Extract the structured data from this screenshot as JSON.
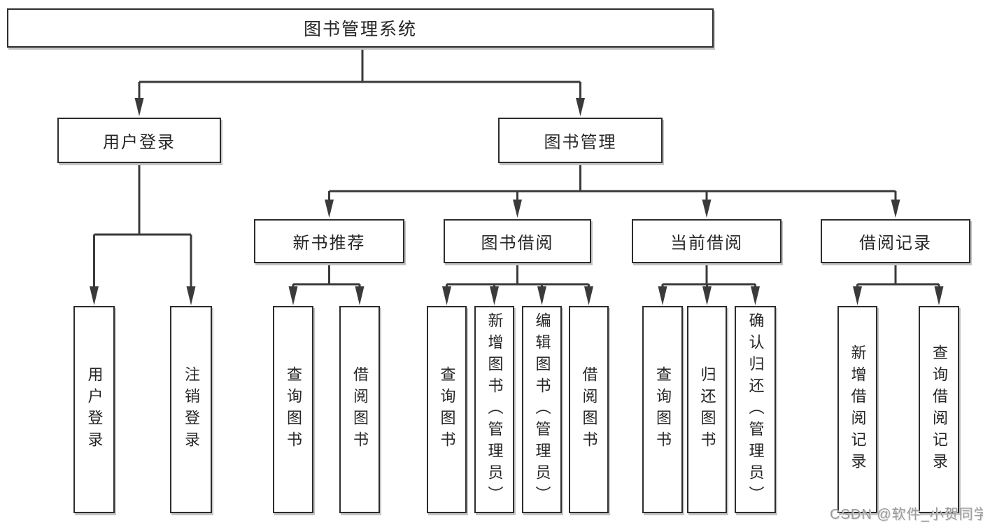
{
  "colors": {
    "background": "#ffffff",
    "box_border": "#2d2d2d",
    "connector_line": "#3a3a3a",
    "text": "#262626",
    "watermark_text": "#9b9b9b"
  },
  "watermark": "CSDN @软件_小贺同学",
  "tree": {
    "label": "图书管理系统",
    "children": [
      {
        "label": "用户登录",
        "children": [
          {
            "label": "用户登录"
          },
          {
            "label": "注销登录"
          }
        ]
      },
      {
        "label": "图书管理",
        "children": [
          {
            "label": "新书推荐",
            "children": [
              {
                "label": "查询图书"
              },
              {
                "label": "借阅图书"
              }
            ]
          },
          {
            "label": "图书借阅",
            "children": [
              {
                "label": "查询图书"
              },
              {
                "label": "新增图书（管理员）"
              },
              {
                "label": "编辑图书（管理员）"
              },
              {
                "label": "借阅图书"
              }
            ]
          },
          {
            "label": "当前借阅",
            "children": [
              {
                "label": "查询图书"
              },
              {
                "label": "归还图书"
              },
              {
                "label": "确认归还（管理员）"
              }
            ]
          },
          {
            "label": "借阅记录",
            "children": [
              {
                "label": "新增借阅记录"
              },
              {
                "label": "查询借阅记录"
              }
            ]
          }
        ]
      }
    ]
  }
}
